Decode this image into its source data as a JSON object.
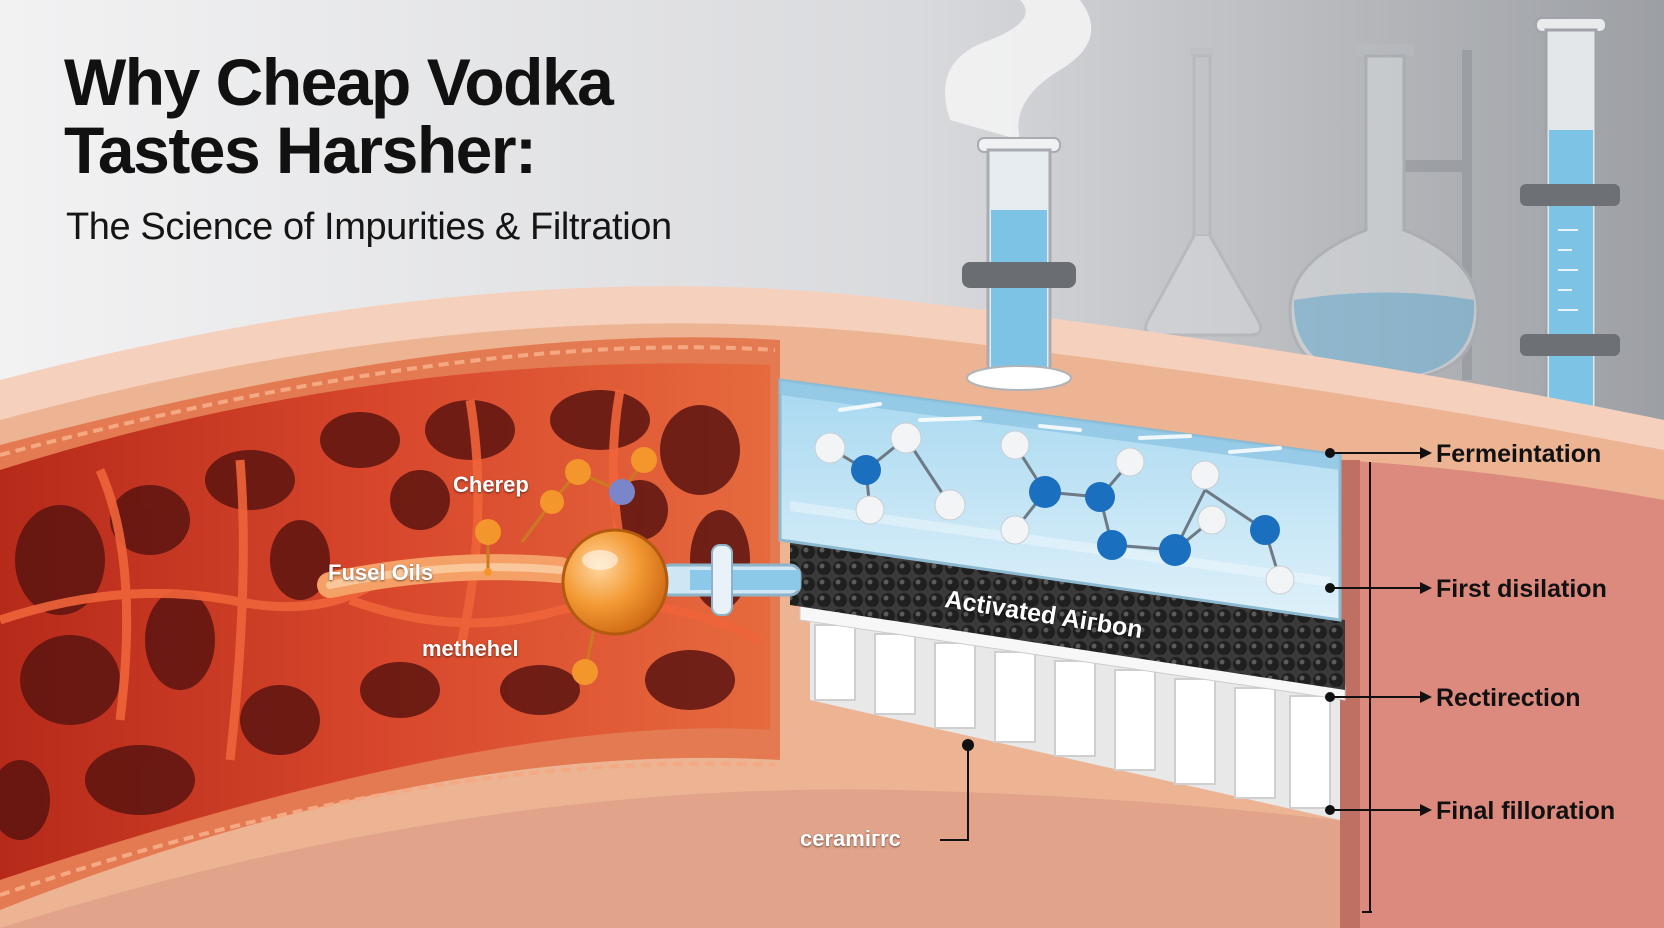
{
  "title": {
    "line1": "Why Cheap Vodka",
    "line2": "Tastes Harsher:"
  },
  "subtitle": "The Science of Impurities & Filtration",
  "labels": {
    "cherep": "Cherep",
    "fusel_oils": "Fusel Oils",
    "methehel": "methehel",
    "activated_carbon": "Activated Aігbon",
    "ceramic": "ceramiгrc"
  },
  "stages": [
    "Fermeintation",
    "First disilation",
    "Rectirection",
    "Final filloration"
  ],
  "colors": {
    "molecule_blue": "#1a6fbf",
    "molecule_orange": "#f3962c",
    "tissue_red": "#c9321f",
    "water_blue": "#8cc8e8",
    "carbon_black": "#2b2b2b"
  }
}
